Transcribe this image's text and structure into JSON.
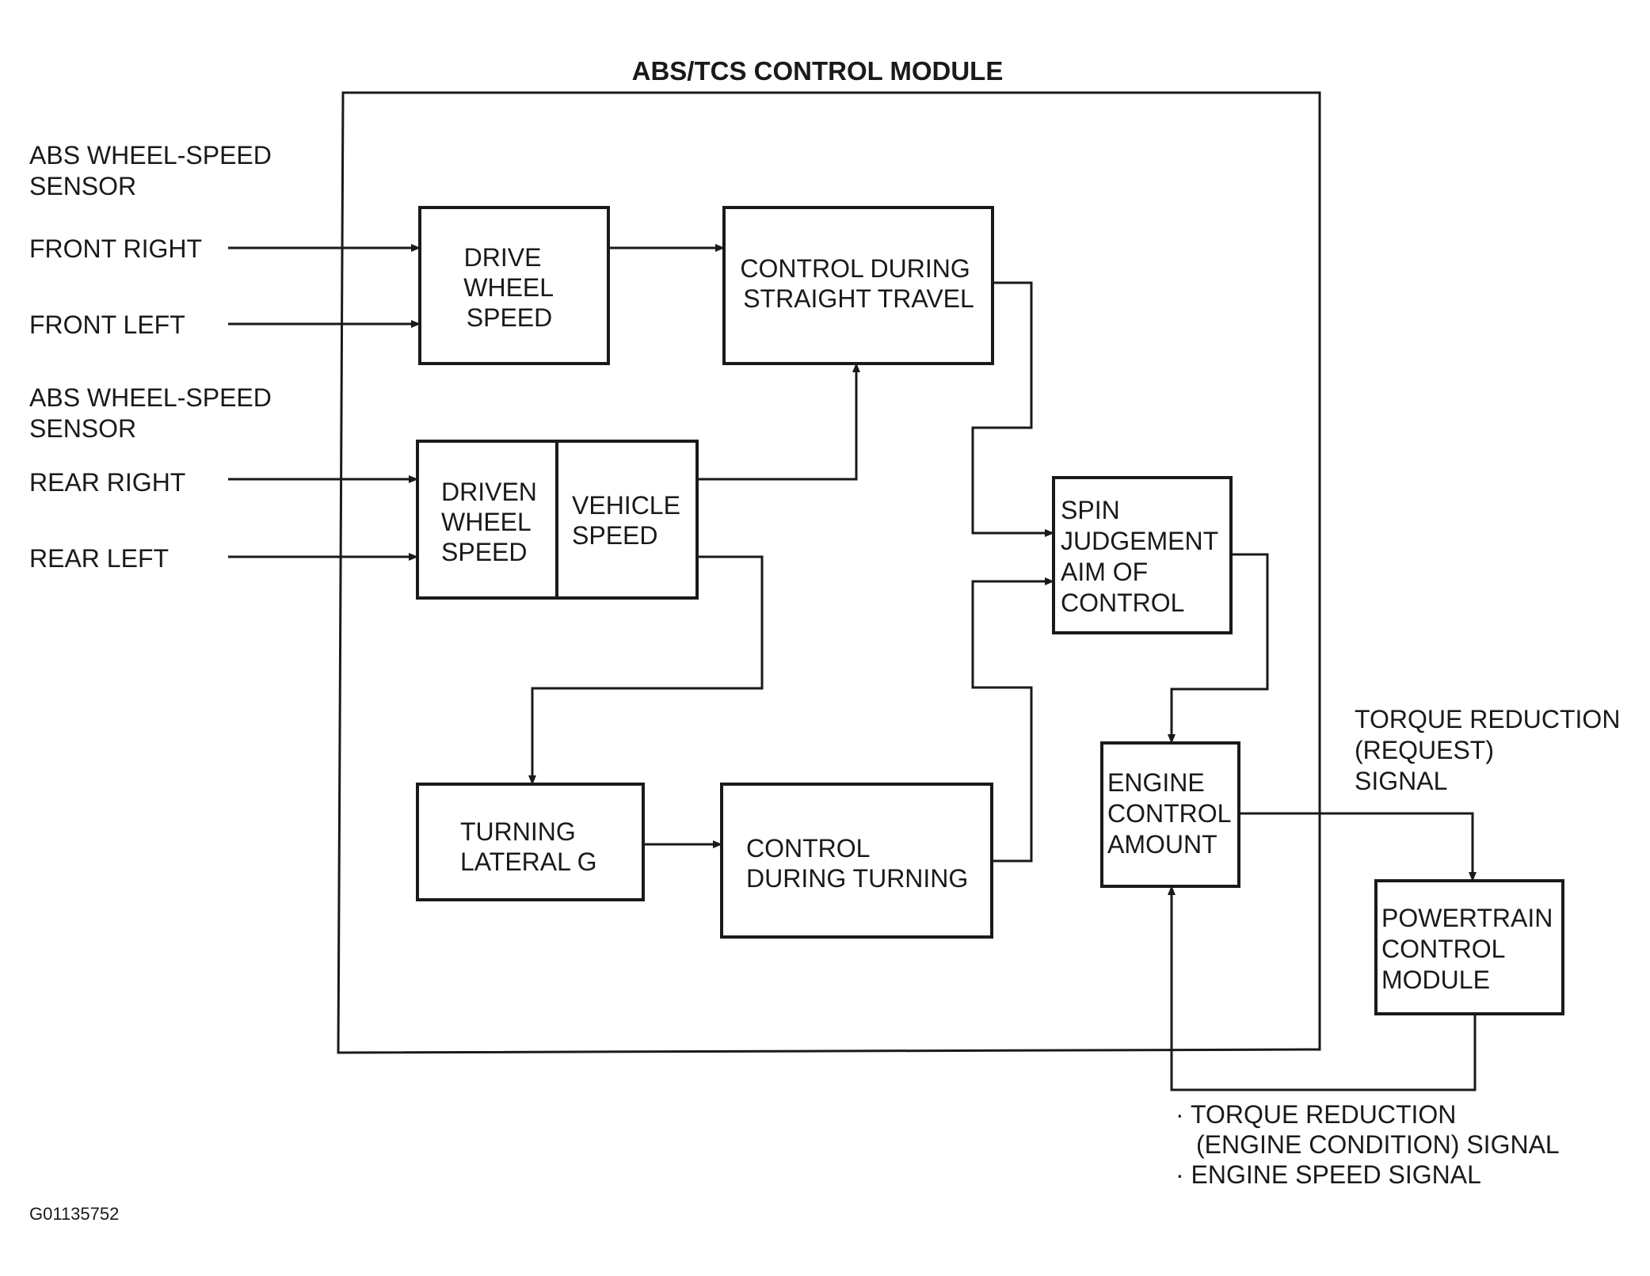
{
  "title": "ABS/TCS CONTROL MODULE",
  "inputs": {
    "front_group": [
      "ABS WHEEL-SPEED",
      "SENSOR"
    ],
    "front_right": "FRONT RIGHT",
    "front_left": "FRONT LEFT",
    "rear_group": [
      "ABS WHEEL-SPEED",
      "SENSOR"
    ],
    "rear_right": "REAR RIGHT",
    "rear_left": "REAR LEFT"
  },
  "blocks": {
    "drive_wheel_speed": [
      "DRIVE",
      "WHEEL",
      "SPEED"
    ],
    "control_straight": [
      "CONTROL DURING",
      "STRAIGHT TRAVEL"
    ],
    "driven_wheel_speed": [
      "DRIVEN",
      "WHEEL",
      "SPEED"
    ],
    "vehicle_speed": [
      "VEHICLE",
      "SPEED"
    ],
    "spin_judgement": [
      "SPIN",
      "JUDGEMENT",
      "AIM OF",
      "CONTROL"
    ],
    "turning_lateral_g": [
      "TURNING",
      "LATERAL G"
    ],
    "control_turning": [
      "CONTROL",
      "DURING TURNING"
    ],
    "engine_control_amount": [
      "ENGINE",
      "CONTROL",
      "AMOUNT"
    ],
    "powertrain_module": [
      "POWERTRAIN",
      "CONTROL",
      "MODULE"
    ]
  },
  "signals": {
    "torque_request": [
      "TORQUE REDUCTION",
      "(REQUEST)",
      "SIGNAL"
    ],
    "engine_condition": [
      "· TORQUE REDUCTION",
      "(ENGINE CONDITION) SIGNAL",
      "· ENGINE SPEED SIGNAL"
    ]
  },
  "figure_id": "G01135752"
}
